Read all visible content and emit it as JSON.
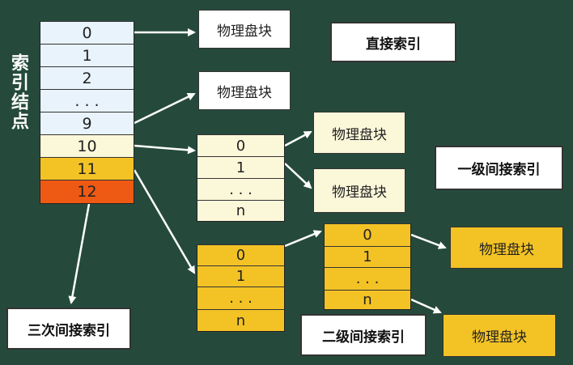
{
  "side_title": "索引结点",
  "index_node": [
    "0",
    "1",
    "2",
    ". . .",
    "9",
    "10",
    "11",
    "12"
  ],
  "block_label": "物理盘块",
  "level1_table": [
    "0",
    "1",
    ". . .",
    "n"
  ],
  "level2_outer": [
    "0",
    "1",
    ". . .",
    "n"
  ],
  "level2_inner": [
    "0",
    "1",
    ". . .",
    "n"
  ],
  "labels": {
    "direct": "直接索引",
    "single": "一级间接索引",
    "double": "二级间接索引",
    "triple": "三次间接索引"
  }
}
